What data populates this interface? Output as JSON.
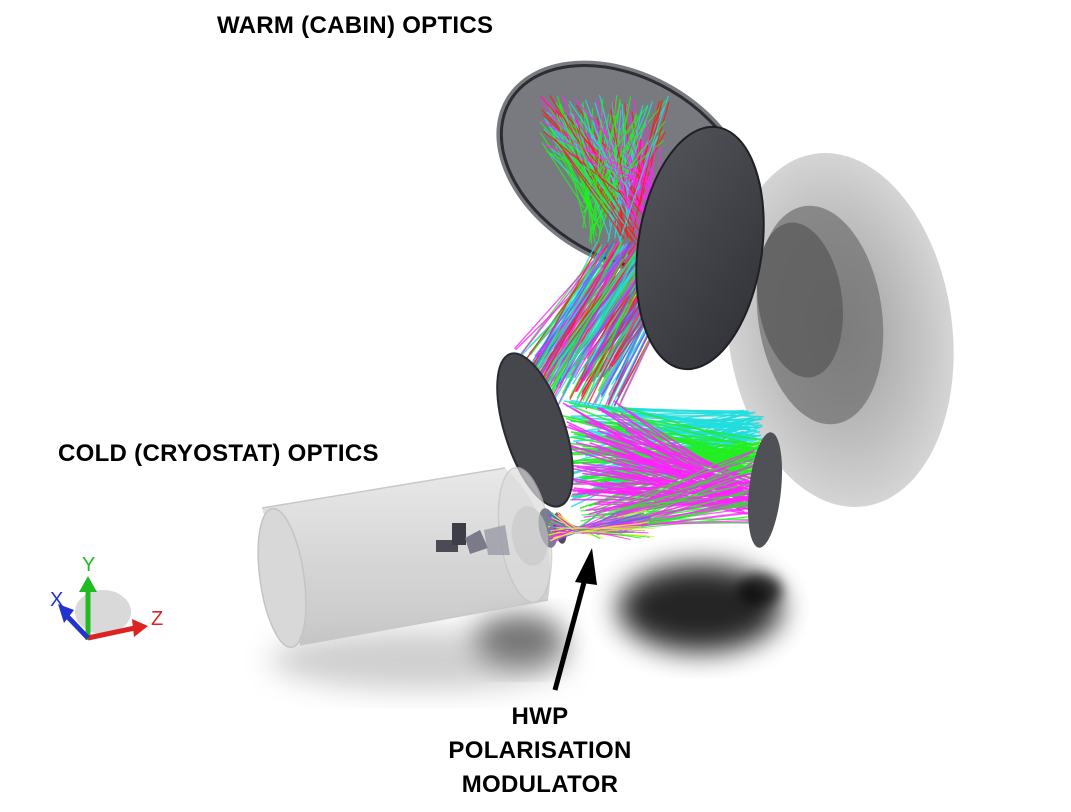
{
  "labels": {
    "warm_optics": "WARM (CABIN) OPTICS",
    "cold_optics": "COLD (CRYOSTAT) OPTICS",
    "hwp_line1": "HWP",
    "hwp_line2": "POLARISATION",
    "hwp_line3": "MODULATOR"
  },
  "axes": {
    "x": "X",
    "y": "Y",
    "z": "Z"
  },
  "colors": {
    "ray_red": "#ff1a1a",
    "ray_green": "#22ee22",
    "ray_cyan": "#22dddd",
    "ray_magenta": "#ff22ff",
    "ray_blue": "#5566ff",
    "ray_yellow": "#eeee33",
    "mirror_dark": "#3e3f45",
    "mirror_grey": "#8c8c8c",
    "axis_red": "#dd2222",
    "axis_green": "#22bb22",
    "axis_blue": "#2233cc"
  }
}
